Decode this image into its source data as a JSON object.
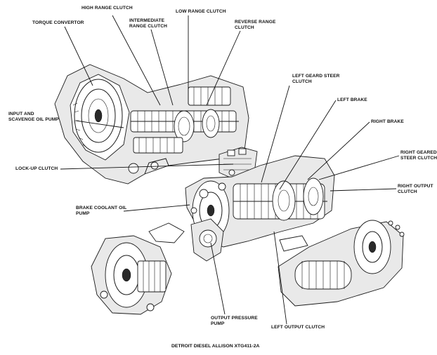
{
  "labels": {
    "high_range_clutch": "HIGH RANGE CLUTCH",
    "intermediate_range_clutch": "INTERMEDIATE\nRANGE CLUTCH",
    "low_range_clutch": "LOW RANGE CLUTCH",
    "reverse_range_clutch": "REVERSE RANGE\nCLUTCH",
    "torque_convertor": "TORQUE CONVERTOR",
    "left_geard_steer_clutch": "LEFT GEARD STEER\nCLUTCH",
    "left_brake": "LEFT BRAKE",
    "right_brake": "RIGHT BRAKE",
    "input_scavenge_oil_pump": "INPUT AND\nSCAVENGE OIL PUMP",
    "right_geared_steer_clutch": "RIGHT GEARED\nSTEER CLUTCH",
    "lock_up_clutch": "LOCK-UP CLUTCH",
    "right_output_clutch": "RIGHT OUTPUT\nCLUTCH",
    "brake_coolant_oil_pump": "BRAKE COOLANT OIL\nPUMP",
    "output_pressure_pump": "OUTPUT PRESSURE\nPUMP",
    "left_output_clutch": "LEFT OUTPUT CLUTCH"
  },
  "caption": "DETROIT DIESEL ALLISON XTG411-2A"
}
